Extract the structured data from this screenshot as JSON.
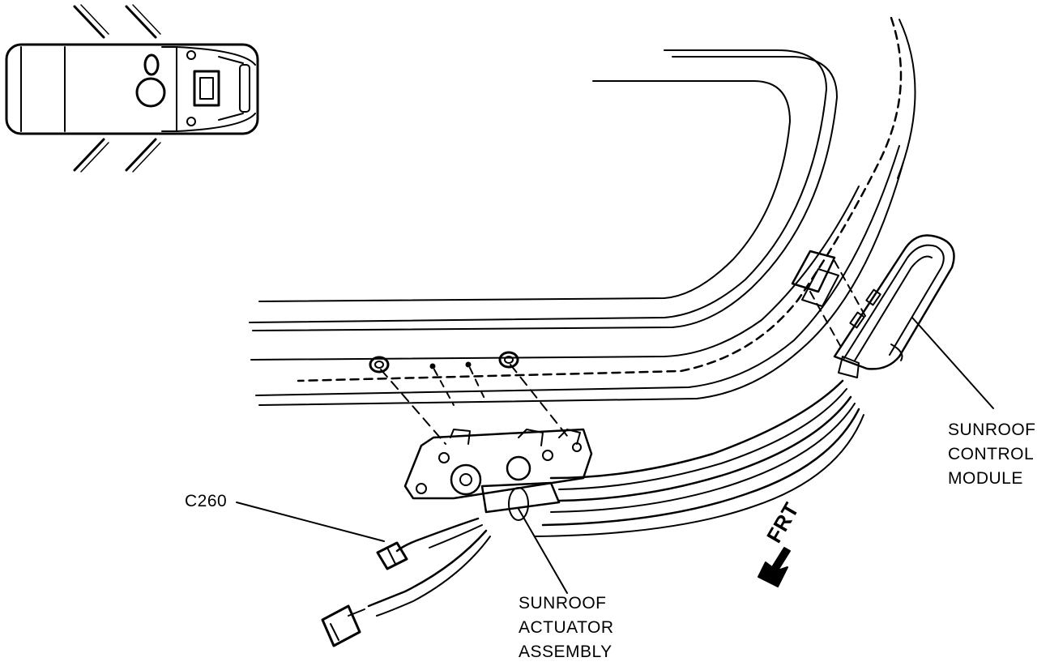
{
  "labels": {
    "connector": "C260",
    "actuator_line1": "SUNROOF",
    "actuator_line2": "ACTUATOR",
    "actuator_line3": "ASSEMBLY",
    "module_line1": "SUNROOF",
    "module_line2": "CONTROL",
    "module_line3": "MODULE",
    "direction": "FRT"
  },
  "colors": {
    "ink": "#000000",
    "paper": "#ffffff"
  }
}
